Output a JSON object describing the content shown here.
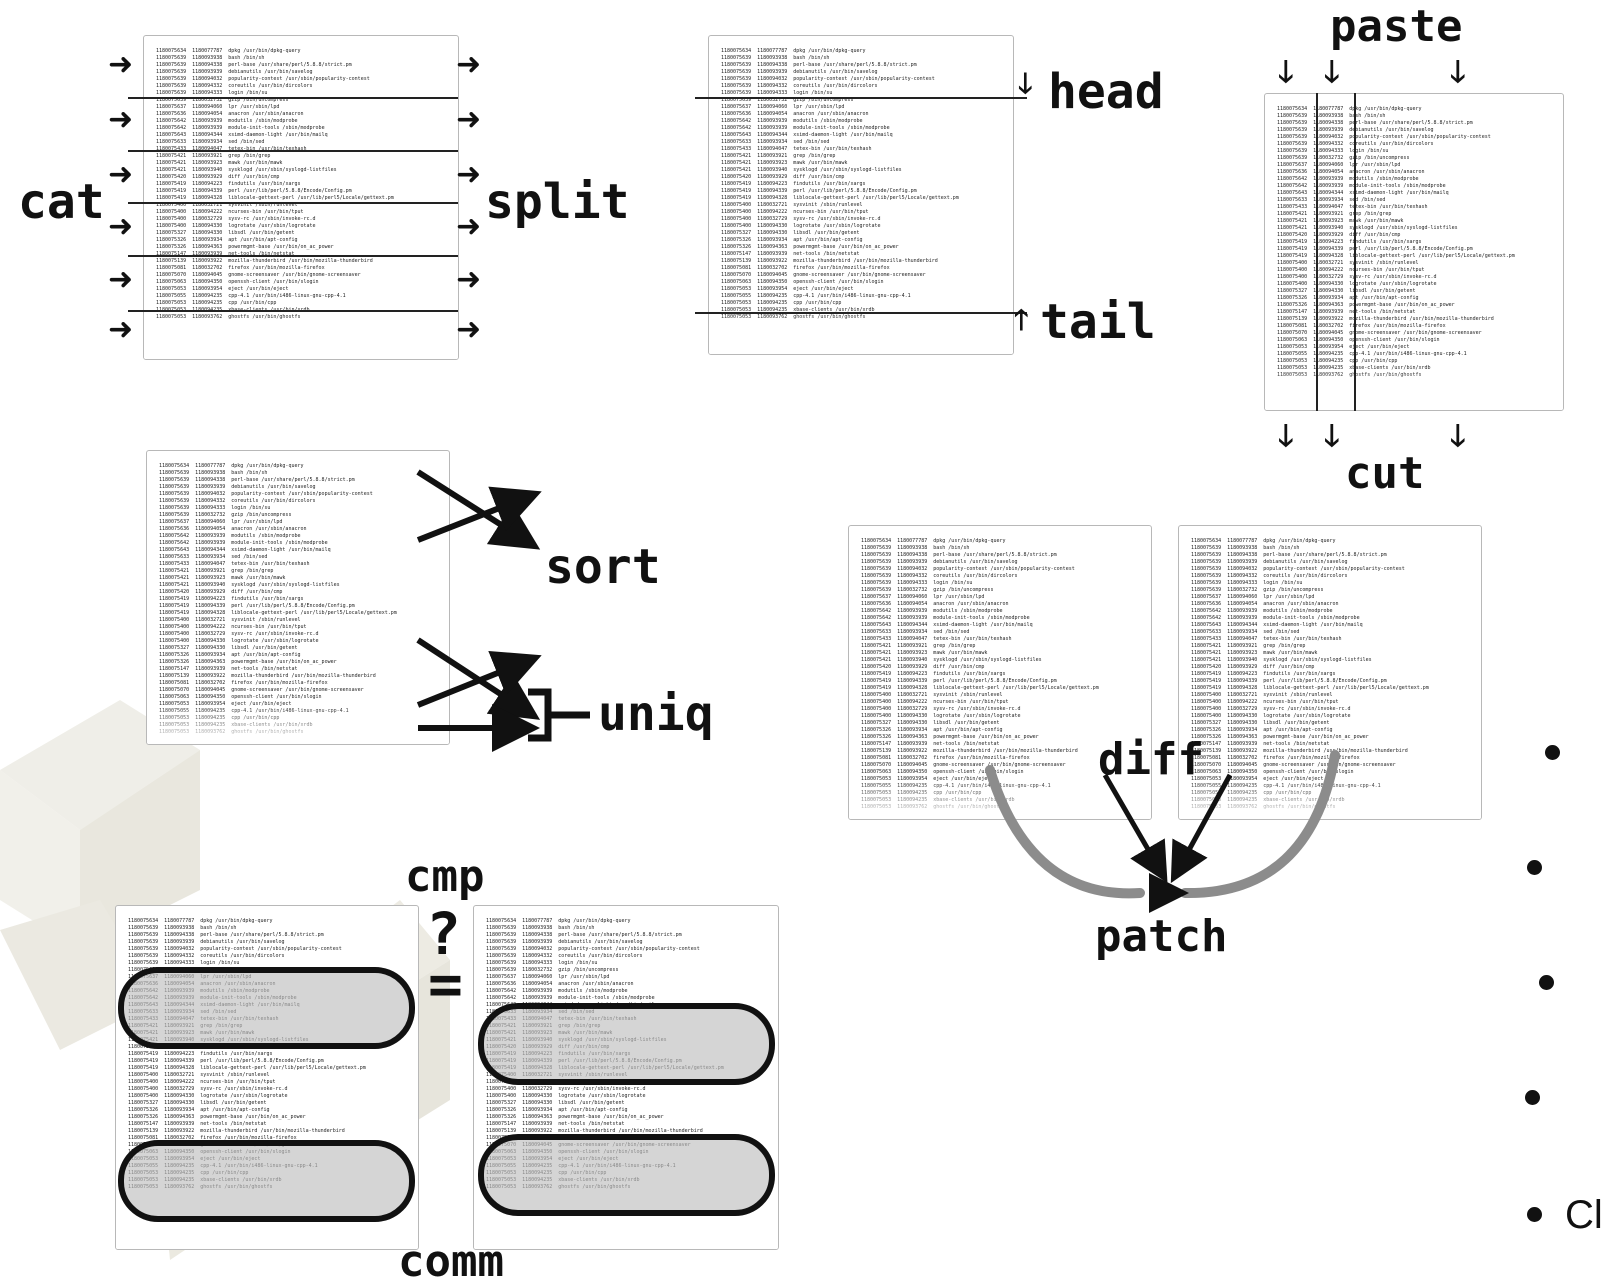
{
  "labels": {
    "cat": "cat",
    "split": "split",
    "head": "head",
    "tail": "tail",
    "paste": "paste",
    "cut": "cut",
    "sort": "sort",
    "uniq": "uniq",
    "diff": "diff",
    "patch": "patch",
    "cmp": "cmp",
    "comm": "comm",
    "cmp_question": "?",
    "cmp_equals": "="
  },
  "doc_lines": [
    "1180075634  1180077787  dpkg /usr/bin/dpkg-query",
    "1180075639  1180093938  bash /bin/sh",
    "1180075639  1180094338  perl-base /usr/share/perl/5.8.8/strict.pm",
    "1180075639  1180093939  debianutils /usr/bin/savelog",
    "1180075639  1180094032  popularity-contest /usr/sbin/popularity-contest",
    "1180075639  1180094332  coreutils /usr/bin/dircolors",
    "1180075639  1180094333  login /bin/su",
    "1180075639  1180032732  gzip /bin/uncompress",
    "1180075637  1180094060  lpr /usr/sbin/lpd",
    "1180075636  1180094054  anacron /usr/sbin/anacron",
    "1180075642  1180093939  modutils /sbin/modprobe",
    "1180075642  1180093939  module-init-tools /sbin/modprobe",
    "1180075643  1180094344  xsimd-daemon-light /usr/bin/mailq",
    "1180075633  1180093934  sed /bin/sed",
    "1180075433  1180094047  tetex-bin /usr/bin/texhash",
    "1180075421  1180093921  grep /bin/grep",
    "1180075421  1180093923  mawk /usr/bin/mawk",
    "1180075421  1180093940  sysklogd /usr/sbin/syslogd-listfiles",
    "1180075420  1180093929  diff /usr/bin/cmp",
    "1180075419  1180094223  findutils /usr/bin/xargs",
    "1180075419  1180094339  perl /usr/lib/perl/5.8.8/Encode/Config.pm",
    "1180075419  1180094328  liblocale-gettext-perl /usr/lib/perl5/Locale/gettext.pm",
    "1180075400  1180032721  sysvinit /sbin/runlevel",
    "1180075400  1180094222  ncurses-bin /usr/bin/tput",
    "1180075400  1180032729  sysv-rc /usr/sbin/invoke-rc.d",
    "1180075400  1180094330  logrotate /usr/sbin/logrotate",
    "1180075327  1180094330  libsdl /usr/bin/getent",
    "1180075326  1180093934  apt /usr/bin/apt-config",
    "1180075326  1180094363  powermgmt-base /usr/bin/on_ac_power",
    "1180075147  1180093939  net-tools /bin/netstat",
    "1180075139  1180093922  mozilla-thunderbird /usr/bin/mozilla-thunderbird",
    "1180075081  1180032702  firefox /usr/bin/mozilla-firefox",
    "1180075070  1180094045  gnome-screensaver /usr/bin/gnome-screensaver",
    "1180075063  1180094350  openssh-client /usr/bin/slogin",
    "1180075053  1180093954  eject /usr/bin/eject",
    "1180075055  1180094235  cpp-4.1 /usr/bin/i486-linux-gnu-cpp-4.1",
    "1180075053  1180094235  cpp /usr/bin/cpp",
    "1180075053  1180094235  xbase-clients /usr/bin/xrdb",
    "1180075053  1180093762  ghostfs /usr/bin/ghostfs"
  ],
  "bullets": [
    {
      "text": ""
    },
    {
      "text": ""
    },
    {
      "text": ""
    },
    {
      "text": ""
    },
    {
      "text": "Cl"
    }
  ],
  "colors": {
    "ink": "#111111",
    "arc_gray": "#8c8c8c",
    "pill_fill": "#bebebe",
    "background_shape": "#e4e1d5"
  }
}
